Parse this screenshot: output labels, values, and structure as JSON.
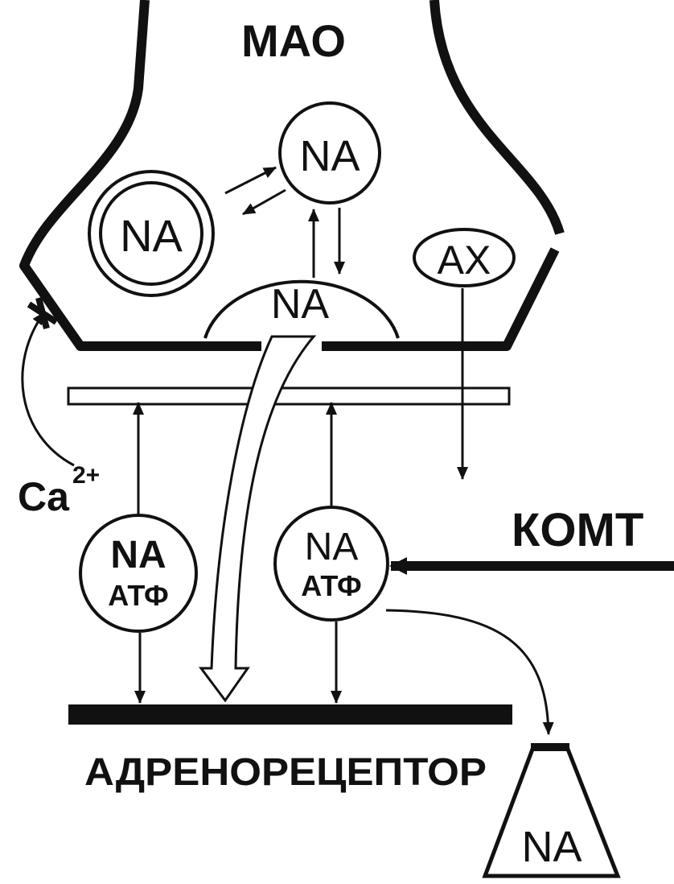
{
  "labels": {
    "mao": "МАО",
    "komt": "КОМТ",
    "ca": "Ca",
    "ca_sup": "2+",
    "receptor": "АДРЕНОРЕЦЕПТОР",
    "ax": "АХ",
    "na_vesicle": "NA",
    "na_cytoplasm": "NA",
    "na_release": "NA",
    "na_cleft_left": "NA",
    "atf_cleft_left": "АТФ",
    "na_cleft_right": "NA",
    "atf_cleft_right": "АТФ",
    "na_trapezoid": "NA"
  },
  "colors": {
    "ink": "#111111",
    "paper": "#ffffff"
  }
}
